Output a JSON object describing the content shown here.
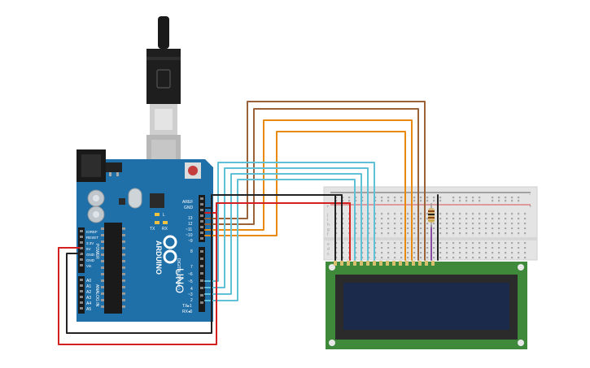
{
  "arduino": {
    "brand": "ARDUINO",
    "model": "UNO",
    "board_color": "#1f6fa8",
    "header_labels": {
      "aref": "AREF",
      "gnd": "GND",
      "d13": "13",
      "d12": "12",
      "d11": "~11",
      "d10": "~10",
      "d9": "~9",
      "d8": "8",
      "d7": "7",
      "d6": "~6",
      "d5": "~5",
      "d4": "4",
      "d3": "~3",
      "d2": "2",
      "tx": "TX▸1",
      "rx": "RX◂0",
      "digital": "DIGITAL (PWM~)"
    },
    "power_labels": {
      "ioref": "IOREF",
      "reset": "RESET",
      "v33": "3.3V",
      "v5": "5V",
      "gnd1": "GND",
      "gnd2": "GND",
      "vin": "Vin",
      "power": "POWER"
    },
    "analog_labels": {
      "a0": "A0",
      "a1": "A1",
      "a2": "A2",
      "a3": "A3",
      "a4": "A4",
      "a5": "A5",
      "analog": "ANALOG IN"
    },
    "small_labels": {
      "l": "L",
      "tx": "TX",
      "rx": "RX"
    }
  },
  "breadboard": {
    "row_letters_top": [
      "j",
      "i",
      "h",
      "g",
      "f"
    ],
    "row_letters_bottom": [
      "e",
      "d",
      "c",
      "b",
      "a"
    ],
    "rail_plus": "+",
    "rail_minus": "-"
  },
  "lcd": {
    "pcb_color": "#3e8a3a",
    "screen_color": "#1b2a4a"
  },
  "wire_colors": {
    "red": "#d42020",
    "black": "#222222",
    "brown": "#9a6238",
    "orange": "#e88a10",
    "cyan": "#5fc0d8",
    "purple": "#8a4aa0"
  }
}
